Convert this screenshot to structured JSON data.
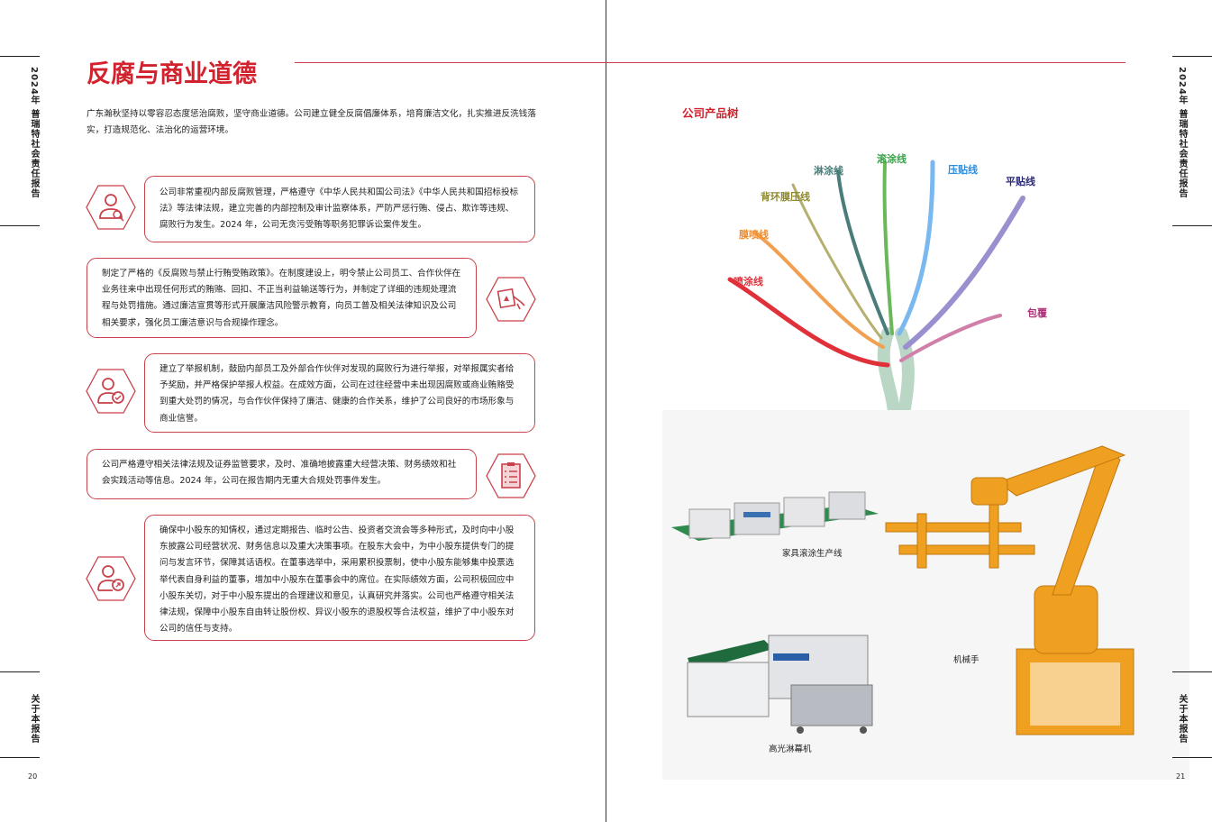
{
  "left_page": {
    "side_label": "2024年 普瑞特社会责任报告",
    "section_label": "关于本报告",
    "page_number": "20",
    "title": "反腐与商业道德",
    "intro": "广东瀚秋坚持以零容忍态度惩治腐败，坚守商业道德。公司建立健全反腐倡廉体系，培育廉洁文化，扎实推进反洗钱落实，打造规范化、法治化的运营环境。",
    "boxes": [
      {
        "icon": "person-search-icon",
        "text": "公司非常重视内部反腐败管理，严格遵守《中华人民共和国公司法》《中华人民共和国招标投标法》等法律法规，建立完善的内部控制及审计监察体系，严防严惩行贿、侵占、欺诈等违规、腐败行为发生。2024 年，公司无贪污受贿等职务犯罪诉讼案件发生。"
      },
      {
        "icon": "refuse-bribe-icon",
        "text": "制定了严格的《反腐败与禁止行贿受贿政策》。在制度建设上，明令禁止公司员工、合作伙伴在业务往来中出现任何形式的贿赂、回扣、不正当利益输送等行为，并制定了详细的违规处理流程与处罚措施。通过廉洁宣贯等形式开展廉洁风险警示教育，向员工普及相关法律知识及公司相关要求，强化员工廉洁意识与合规操作理念。"
      },
      {
        "icon": "person-check-icon",
        "text": "建立了举报机制，鼓励内部员工及外部合作伙伴对发现的腐败行为进行举报，对举报属实者给予奖励，并严格保护举报人权益。在成效方面，公司在过往经营中未出现因腐败或商业贿赂受到重大处罚的情况，与合作伙伴保持了廉洁、健康的合作关系，维护了公司良好的市场形象与商业信誉。"
      },
      {
        "icon": "clipboard-icon",
        "text": "公司严格遵守相关法律法规及证券监管要求，及时、准确地披露重大经营决策、财务绩效和社会实践活动等信息。2024 年，公司在报告期内无重大合规处罚事件发生。"
      },
      {
        "icon": "person-shield-icon",
        "text": "确保中小股东的知情权，通过定期报告、临时公告、投资者交流会等多种形式，及时向中小股东披露公司经营状况、财务信息以及重大决策事项。在股东大会中，为中小股东提供专门的提问与发言环节，保障其话语权。在董事选举中，采用累积投票制，使中小股东能够集中投票选举代表自身利益的董事，增加中小股东在董事会中的席位。在实际绩效方面，公司积极回应中小股东关切，对于中小股东提出的合理建议和意见，认真研究并落实。公司也严格遵守相关法律法规，保障中小股东自由转让股份权、异议小股东的退股权等合法权益，维护了中小股东对公司的信任与支持。"
      }
    ]
  },
  "right_page": {
    "side_label": "2024年 普瑞特社会责任报告",
    "section_label": "关于本报告",
    "page_number": "21",
    "tree_title": "公司产品树",
    "tree_branches": [
      {
        "label": "喷涂线",
        "color": "#e0303a"
      },
      {
        "label": "膜喷线",
        "color": "#f08c2a"
      },
      {
        "label": "背环膜压线",
        "color": "#8f8a2e"
      },
      {
        "label": "淋涂线",
        "color": "#4a7d7a"
      },
      {
        "label": "滚涂线",
        "color": "#3aa14a"
      },
      {
        "label": "压贴线",
        "color": "#2a8fe0"
      },
      {
        "label": "平贴线",
        "color": "#2a2a7a"
      },
      {
        "label": "包覆",
        "color": "#b0337a"
      }
    ],
    "photo_captions": {
      "roller_line": "家具滚涂生产线",
      "robot_arm": "机械手",
      "curtain_coater": "高光淋幕机"
    }
  },
  "colors": {
    "accent": "#d2222d"
  }
}
